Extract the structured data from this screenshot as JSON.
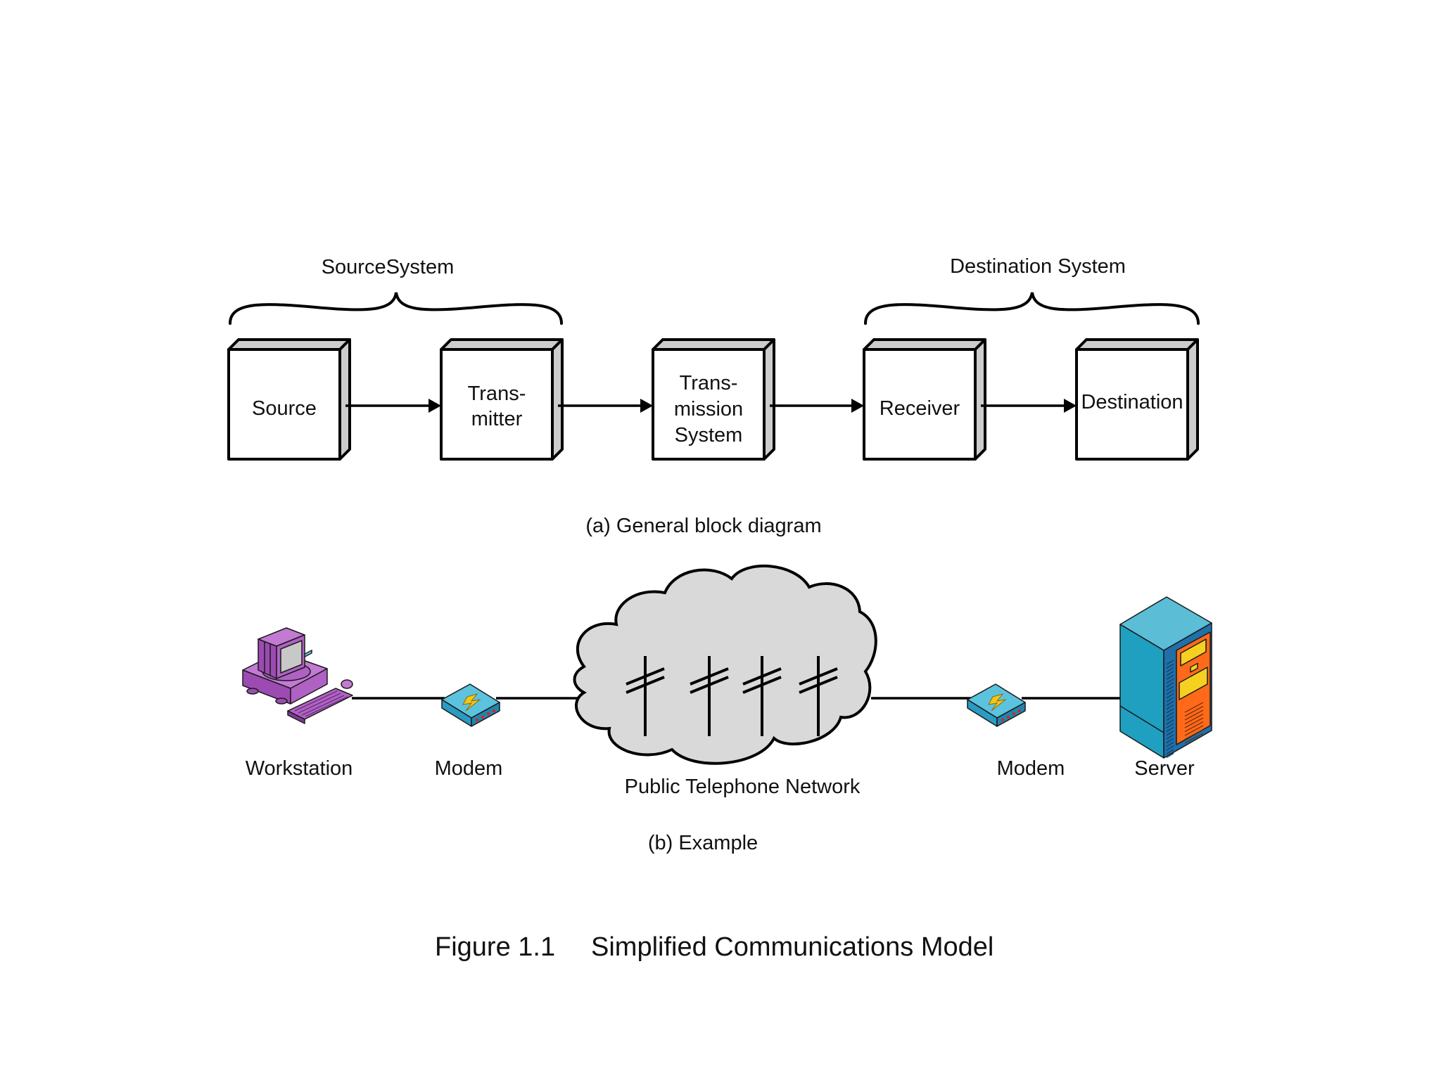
{
  "figure": {
    "number_label": "Figure 1.1",
    "title": "Simplified Communications Model"
  },
  "part_a": {
    "caption": "(a) General block diagram",
    "groups": [
      {
        "label": "SourceSystem",
        "spans_blocks": [
          "source",
          "transmitter"
        ]
      },
      {
        "label": "Destination System",
        "spans_blocks": [
          "receiver",
          "destination"
        ]
      }
    ],
    "blocks": [
      {
        "id": "source",
        "lines": [
          "Source"
        ]
      },
      {
        "id": "transmitter",
        "lines": [
          "Trans-",
          "mitter"
        ]
      },
      {
        "id": "transmission-system",
        "lines": [
          "Trans-",
          "mission",
          "System"
        ]
      },
      {
        "id": "receiver",
        "lines": [
          "Receiver"
        ]
      },
      {
        "id": "destination",
        "lines": [
          "Destination"
        ]
      }
    ],
    "arrows": [
      {
        "from": "source",
        "to": "transmitter"
      },
      {
        "from": "transmitter",
        "to": "transmission-system"
      },
      {
        "from": "transmission-system",
        "to": "receiver"
      },
      {
        "from": "receiver",
        "to": "destination"
      }
    ],
    "colors": {
      "box_face": "#ffffff",
      "box_side": "#cccccc",
      "stroke": "#000000"
    }
  },
  "part_b": {
    "caption": "(b) Example",
    "nodes": [
      {
        "id": "workstation",
        "label": "Workstation",
        "icon": "workstation-icon"
      },
      {
        "id": "modem-1",
        "label": "Modem",
        "icon": "modem-icon"
      },
      {
        "id": "network",
        "label": "Public Telephone Network",
        "icon": "cloud-telephone-poles-icon",
        "pole_count": 4
      },
      {
        "id": "modem-2",
        "label": "Modem",
        "icon": "modem-icon"
      },
      {
        "id": "server",
        "label": "Server",
        "icon": "server-icon"
      }
    ],
    "colors": {
      "workstation": "#b061c4",
      "workstation_dark": "#7d3b93",
      "screen": "#c8c8c8",
      "modem_top": "#5cc3de",
      "modem_front": "#2a9bc2",
      "lightning": "#f5c518",
      "led": "#e02020",
      "server_top": "#5bbdd6",
      "server_front": "#1fa0c0",
      "server_side": "#1f6fa8",
      "server_panel": "#ff6a1a",
      "server_panel_yellow": "#f5d020",
      "cloud": "#d9d9d9"
    }
  }
}
